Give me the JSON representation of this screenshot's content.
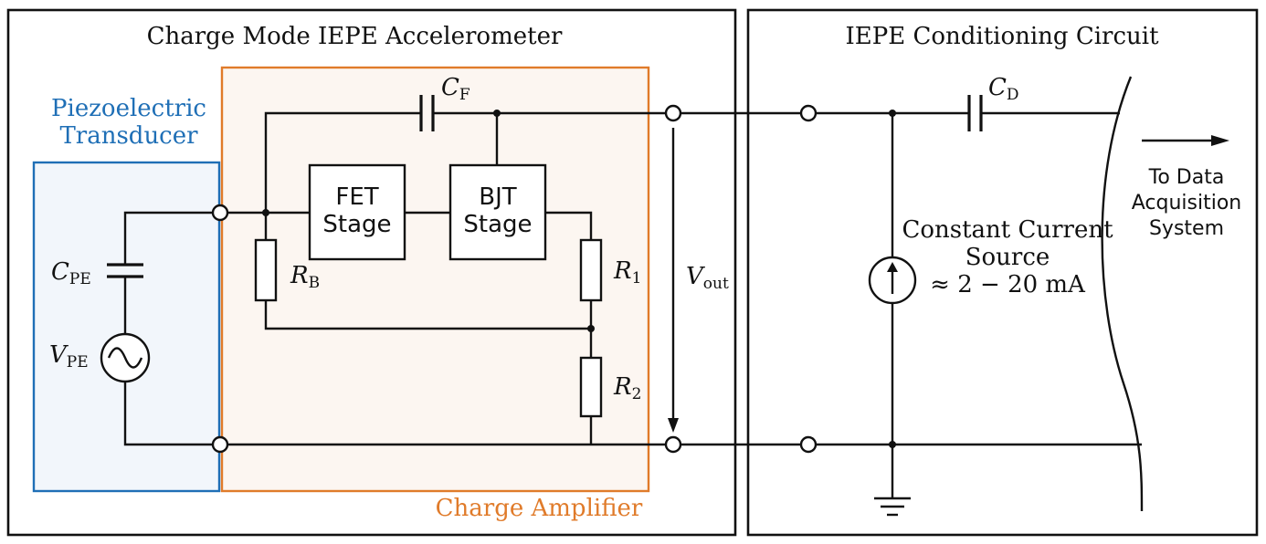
{
  "boxes": {
    "accelerometer_title": "Charge Mode IEPE Accelerometer",
    "conditioning_title": "IEPE Conditioning Circuit",
    "transducer_title_line1": "Piezoelectric",
    "transducer_title_line2": "Transducer",
    "amplifier_title": "Charge Amplifier"
  },
  "components": {
    "cpe": {
      "main": "C",
      "sub": "PE"
    },
    "vpe": {
      "main": "V",
      "sub": "PE"
    },
    "cf": {
      "main": "C",
      "sub": "F"
    },
    "rb": {
      "main": "R",
      "sub": "B"
    },
    "r1": {
      "main": "R",
      "sub": "1"
    },
    "r2": {
      "main": "R",
      "sub": "2"
    },
    "vout": {
      "main": "V",
      "sub": "out"
    },
    "cd": {
      "main": "C",
      "sub": "D"
    },
    "fet_line1": "FET",
    "fet_line2": "Stage",
    "bjt_line1": "BJT",
    "bjt_line2": "Stage",
    "source_line1": "Constant Current",
    "source_line2": "Source",
    "source_range": "≈ 2 − 20 mA"
  },
  "output": {
    "line1": "To Data",
    "line2": "Acquisition",
    "line3": "System"
  },
  "colors": {
    "transducer_border": "#1f6fb6",
    "transducer_fill": "#f2f6fb",
    "amplifier_border": "#e07b2a",
    "amplifier_fill": "#fcf6f1",
    "amplifier_text": "#e07b2a",
    "transducer_text": "#1f6fb6"
  }
}
